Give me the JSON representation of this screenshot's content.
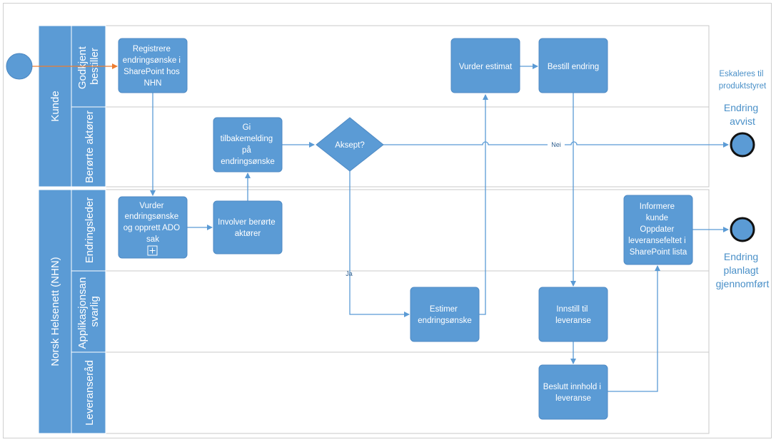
{
  "pools": [
    {
      "id": "kunde",
      "label": "Kunde"
    },
    {
      "id": "nhn",
      "label": "Norsk Helsenett (NHN)"
    }
  ],
  "lanes": [
    {
      "id": "godkjent",
      "label": [
        "Godkjent",
        "bestiller"
      ]
    },
    {
      "id": "berorte",
      "label": [
        "Berørte aktører"
      ]
    },
    {
      "id": "endringsleder",
      "label": [
        "Endringsleder"
      ]
    },
    {
      "id": "applikasjon",
      "label": [
        "Applikasjonsan",
        "svarlig"
      ]
    },
    {
      "id": "leveranserad",
      "label": [
        "Leveranseråd"
      ]
    }
  ],
  "tasks": [
    {
      "id": "registrere",
      "lines": [
        "Registrere",
        "endringsønske i",
        "SharePoint hos",
        "NHN"
      ]
    },
    {
      "id": "vurder-endring",
      "lines": [
        "Vurder",
        "endringsønske",
        "og opprett ADO",
        "sak"
      ],
      "subprocess": true
    },
    {
      "id": "involver",
      "lines": [
        "Involver berørte",
        "aktører"
      ]
    },
    {
      "id": "tilbakemelding",
      "lines": [
        "Gi",
        "tilbakemelding",
        "på",
        "endringsønske"
      ]
    },
    {
      "id": "estimer",
      "lines": [
        "Estimer",
        "endringsønske"
      ]
    },
    {
      "id": "vurder-estimat",
      "lines": [
        "Vurder estimat"
      ]
    },
    {
      "id": "bestill",
      "lines": [
        "Bestill endring"
      ]
    },
    {
      "id": "innstill",
      "lines": [
        "Innstill til",
        "leveranse"
      ]
    },
    {
      "id": "beslutt",
      "lines": [
        "Beslutt innhold i",
        "leveranse"
      ]
    },
    {
      "id": "informere",
      "lines": [
        "Informere",
        "kunde",
        "Oppdater",
        "leveransefeltet i",
        "SharePoint lista"
      ]
    }
  ],
  "gateway": {
    "id": "aksept",
    "label": "Aksept?"
  },
  "flow_labels": {
    "yes": "Ja",
    "no": "Nei"
  },
  "events": {
    "avvist_note": [
      "Eskaleres til",
      "produktstyret"
    ],
    "avvist_label": [
      "Endring",
      "avvist"
    ],
    "planlagt_label": [
      "Endring",
      "planlagt",
      "gjennomført"
    ]
  },
  "colors": {
    "shape_fill": "#5b9bd5",
    "shape_stroke": "#41719c",
    "flow_line": "#5b9bd5",
    "start_flow": "#ed7d31",
    "lane_border": "#c9c9c9",
    "label_text": "#4a90c8"
  }
}
